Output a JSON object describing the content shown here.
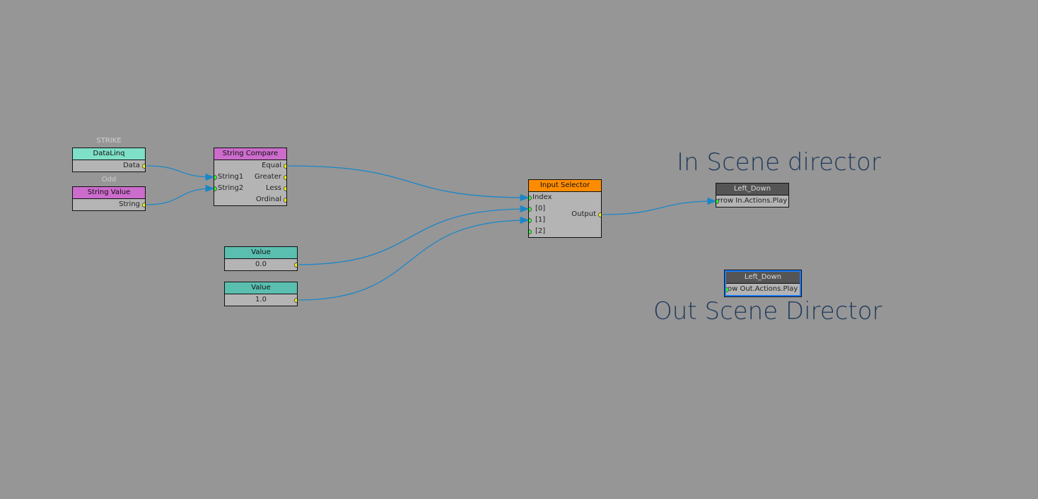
{
  "nodes": {
    "datalinq": {
      "caption": "STRIKE",
      "title": "DataLinq",
      "outputs": [
        "Data"
      ]
    },
    "string_value": {
      "caption": "Odd",
      "title": "String Value",
      "outputs": [
        "String"
      ]
    },
    "string_compare": {
      "title": "String Compare",
      "inputs": [
        "String1",
        "String2"
      ],
      "outputs": [
        "Equal",
        "Greater",
        "Less",
        "Ordinal"
      ]
    },
    "input_selector": {
      "title": "Input Selector",
      "inputs": [
        "Index",
        "[0]",
        "[1]",
        "[2]"
      ],
      "outputs": [
        "Output"
      ]
    },
    "value_a": {
      "title": "Value",
      "value": "0.0"
    },
    "value_b": {
      "title": "Value",
      "value": "1.0"
    },
    "left_down_in": {
      "title": "Left_Down",
      "input": "rrow In.Actions.Play"
    },
    "left_down_out": {
      "title": "Left_Down",
      "input": "ow Out.Actions.Play",
      "selected": true
    }
  },
  "annotations": {
    "in_scene": "In Scene director",
    "out_scene": "Out Scene Director"
  },
  "colors": {
    "wire": "#1a86c8",
    "selection": "#1a7cff",
    "annotation": "#1e3a5c"
  }
}
